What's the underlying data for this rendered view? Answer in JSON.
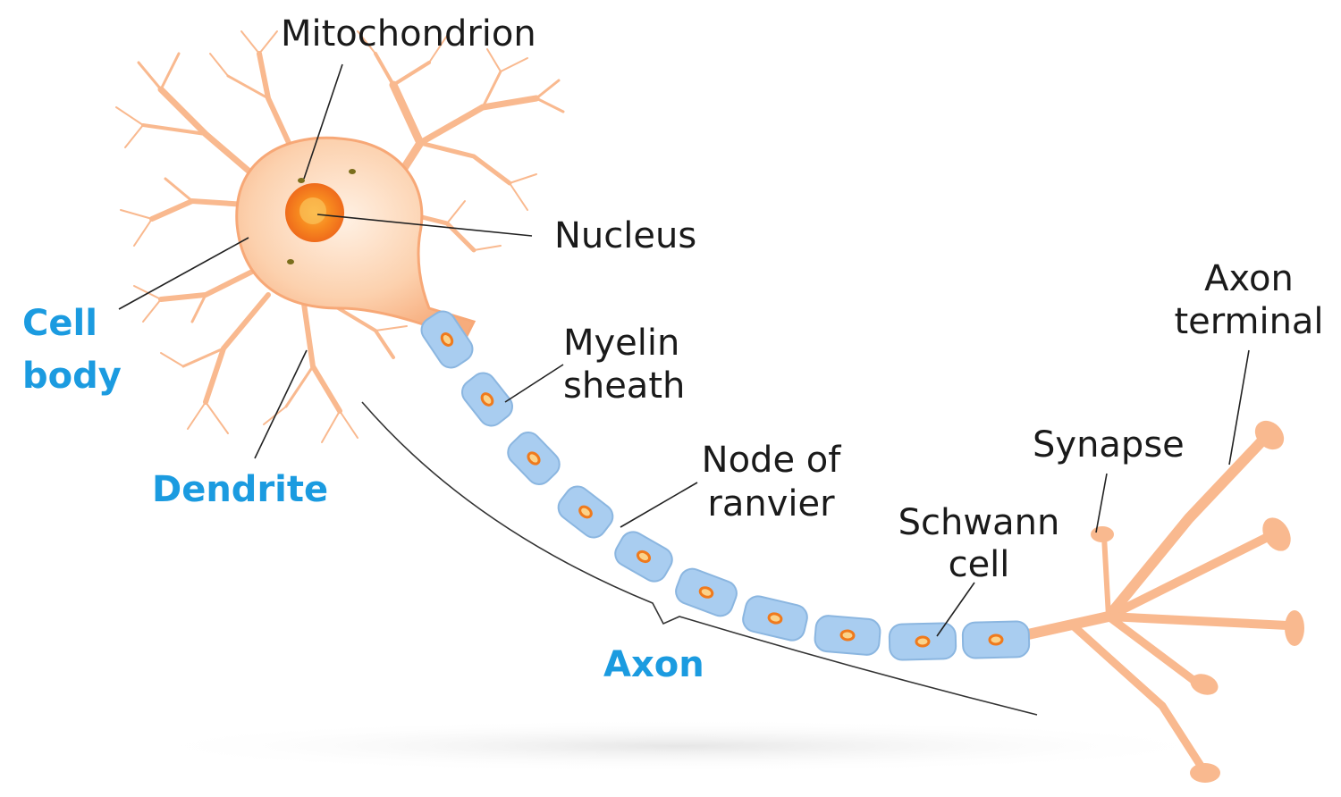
{
  "labels": {
    "mitochondrion": "Mitochondrion",
    "nucleus": "Nucleus",
    "cell_body_1": "Cell",
    "cell_body_2": "body",
    "dendrite": "Dendrite",
    "myelin_1": "Myelin",
    "myelin_2": "sheath",
    "node_1": "Node of",
    "node_2": "ranvier",
    "axon": "Axon",
    "schwann_1": "Schwann",
    "schwann_2": "cell",
    "synapse": "Synapse",
    "axon_terminal_1": "Axon",
    "axon_terminal_2": "terminal"
  },
  "colors": {
    "neuron": "#f9b98f",
    "neuron_light": "#fde0c8",
    "myelin": "#a9cdf0",
    "myelin_edge": "#8bb6e0",
    "nucleus_outer": "#f57c20",
    "label_blue": "#1b9be0",
    "leader": "#222222"
  }
}
